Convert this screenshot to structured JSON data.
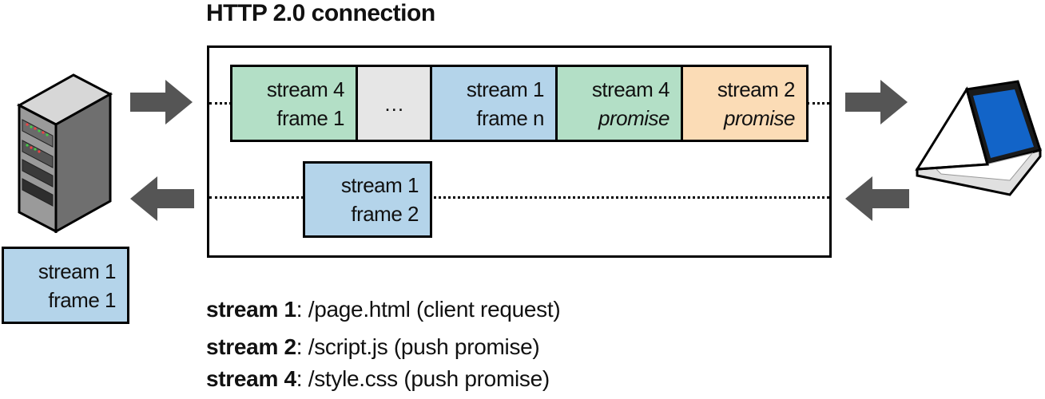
{
  "title": "HTTP 2.0 connection",
  "outbound_frames": [
    {
      "line1": "stream 4",
      "line2": "frame 1",
      "line2_italic": false,
      "color": "#b3dfc6"
    },
    {
      "line1": "…",
      "line2": "",
      "line2_italic": false,
      "color": "#e6e6e6"
    },
    {
      "line1": "stream 1",
      "line2": "frame n",
      "line2_italic": false,
      "color": "#b4d4ea"
    },
    {
      "line1": "stream 4",
      "line2": "promise",
      "line2_italic": true,
      "color": "#b3dfc6"
    },
    {
      "line1": "stream 2",
      "line2": "promise",
      "line2_italic": true,
      "color": "#fbdcb6"
    }
  ],
  "inbound_frame": {
    "line1": "stream 1",
    "line2": "frame 2",
    "color": "#b4d4ea"
  },
  "server_frame": {
    "line1": "stream 1",
    "line2": "frame 1",
    "color": "#b4d4ea"
  },
  "legend": [
    {
      "key": "stream 1",
      "value": ": /page.html  (client request)"
    },
    {
      "key": "stream 2",
      "value": ": /script.js  (push promise)"
    },
    {
      "key": "stream 4",
      "value": ": /style.css  (push promise)"
    }
  ],
  "icons": [
    "server-icon",
    "laptop-icon",
    "arrow-right-icon",
    "arrow-left-icon"
  ]
}
